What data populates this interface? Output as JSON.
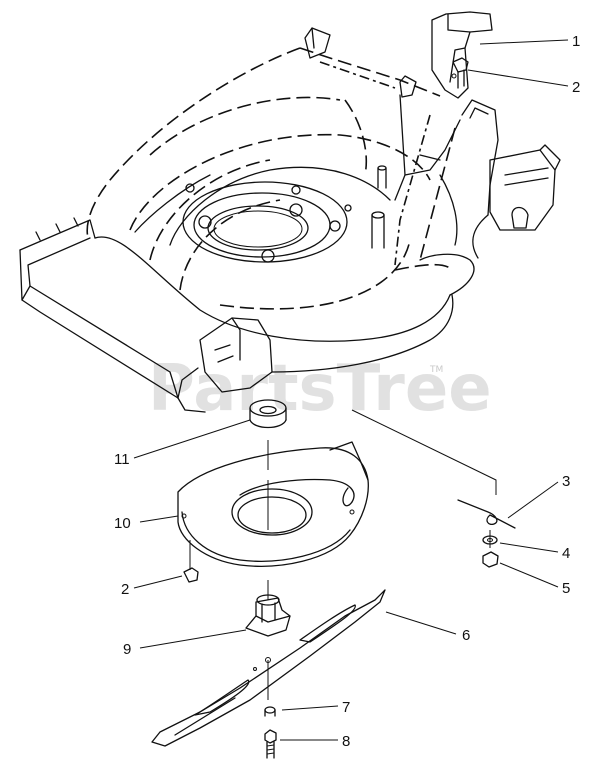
{
  "watermark": {
    "text": "PartsTree",
    "trademark": "TM"
  },
  "callouts": [
    {
      "id": "c1",
      "number": "1"
    },
    {
      "id": "c2a",
      "number": "2"
    },
    {
      "id": "c3",
      "number": "3"
    },
    {
      "id": "c4",
      "number": "4"
    },
    {
      "id": "c5",
      "number": "5"
    },
    {
      "id": "c6",
      "number": "6"
    },
    {
      "id": "c7",
      "number": "7"
    },
    {
      "id": "c8",
      "number": "8"
    },
    {
      "id": "c9",
      "number": "9"
    },
    {
      "id": "c10",
      "number": "10"
    },
    {
      "id": "c11",
      "number": "11"
    },
    {
      "id": "c2b",
      "number": "2"
    }
  ]
}
